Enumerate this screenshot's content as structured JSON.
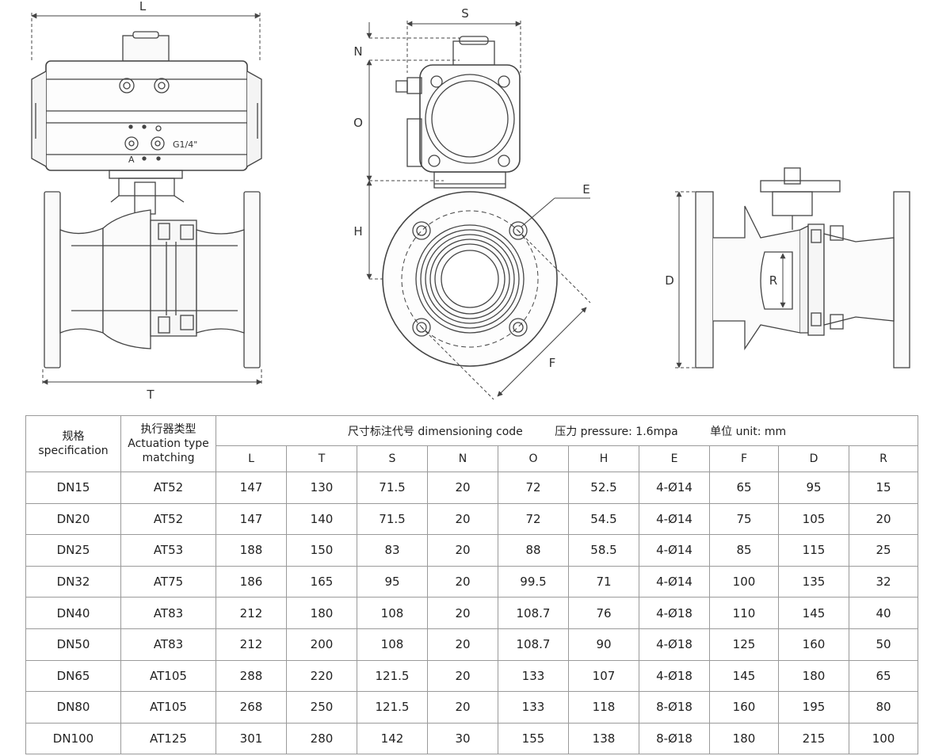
{
  "drawing": {
    "labels": {
      "L": "L",
      "T": "T",
      "S": "S",
      "N": "N",
      "O": "O",
      "H": "H",
      "E": "E",
      "F": "F",
      "D": "D",
      "R": "R"
    },
    "port_label": "G1/4\"",
    "port_marker": "A"
  },
  "table": {
    "col1_header": [
      "规格",
      "specification"
    ],
    "col2_header": [
      "执行器类型",
      "Actuation type",
      "matching"
    ],
    "dimension_header": "尺寸标注代号 dimensioning code",
    "pressure_header": "压力 pressure: 1.6mpa",
    "unit_header": "单位 unit: mm",
    "columns": [
      "L",
      "T",
      "S",
      "N",
      "O",
      "H",
      "E",
      "F",
      "D",
      "R"
    ],
    "rows": [
      {
        "spec": "DN15",
        "act": "AT52",
        "vals": [
          "147",
          "130",
          "71.5",
          "20",
          "72",
          "52.5",
          "4-Ø14",
          "65",
          "95",
          "15"
        ]
      },
      {
        "spec": "DN20",
        "act": "AT52",
        "vals": [
          "147",
          "140",
          "71.5",
          "20",
          "72",
          "54.5",
          "4-Ø14",
          "75",
          "105",
          "20"
        ]
      },
      {
        "spec": "DN25",
        "act": "AT53",
        "vals": [
          "188",
          "150",
          "83",
          "20",
          "88",
          "58.5",
          "4-Ø14",
          "85",
          "115",
          "25"
        ]
      },
      {
        "spec": "DN32",
        "act": "AT75",
        "vals": [
          "186",
          "165",
          "95",
          "20",
          "99.5",
          "71",
          "4-Ø14",
          "100",
          "135",
          "32"
        ]
      },
      {
        "spec": "DN40",
        "act": "AT83",
        "vals": [
          "212",
          "180",
          "108",
          "20",
          "108.7",
          "76",
          "4-Ø18",
          "110",
          "145",
          "40"
        ]
      },
      {
        "spec": "DN50",
        "act": "AT83",
        "vals": [
          "212",
          "200",
          "108",
          "20",
          "108.7",
          "90",
          "4-Ø18",
          "125",
          "160",
          "50"
        ]
      },
      {
        "spec": "DN65",
        "act": "AT105",
        "vals": [
          "288",
          "220",
          "121.5",
          "20",
          "133",
          "107",
          "4-Ø18",
          "145",
          "180",
          "65"
        ]
      },
      {
        "spec": "DN80",
        "act": "AT105",
        "vals": [
          "268",
          "250",
          "121.5",
          "20",
          "133",
          "118",
          "8-Ø18",
          "160",
          "195",
          "80"
        ]
      },
      {
        "spec": "DN100",
        "act": "AT125",
        "vals": [
          "301",
          "280",
          "142",
          "30",
          "155",
          "138",
          "8-Ø18",
          "180",
          "215",
          "100"
        ]
      }
    ]
  }
}
